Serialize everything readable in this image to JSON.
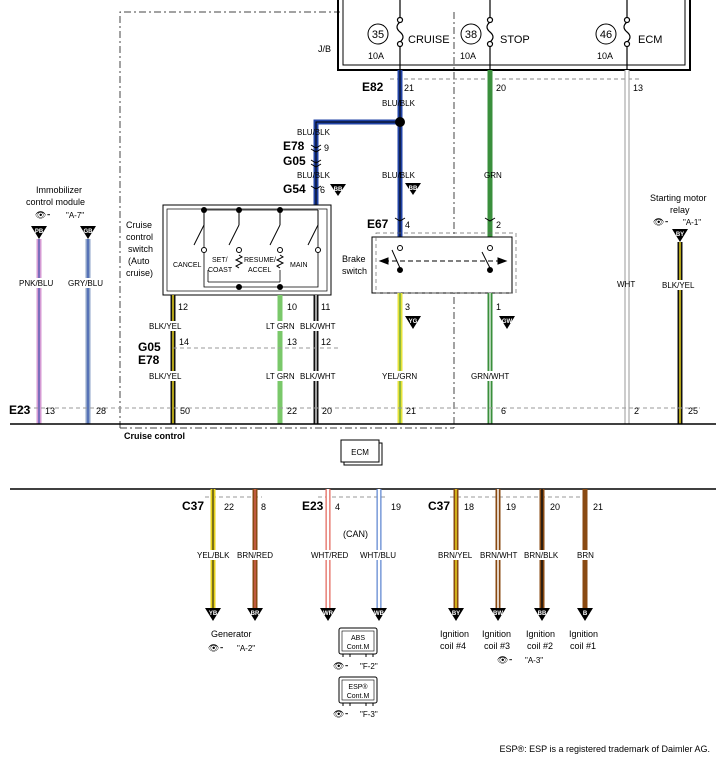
{
  "colors": {
    "blu_blk": "#2143a6",
    "grn": "#3a8f3c",
    "lt_grn": "#7ac86a",
    "yel": "#e7d21c",
    "pnk": "#d59ad3",
    "gry": "#8da3c8",
    "brn": "#8a4a12",
    "red_wire": "#e3665a",
    "wht": "#cccccc",
    "blk": "#111111"
  },
  "junction_block": {
    "label": "J/B",
    "fuses": [
      {
        "num": "35",
        "name": "CRUISE",
        "amps": "10A"
      },
      {
        "num": "38",
        "name": "STOP",
        "amps": "10A"
      },
      {
        "num": "46",
        "name": "ECM",
        "amps": "10A"
      }
    ]
  },
  "connectors": {
    "e82": "E82",
    "e78_top": "E78",
    "g05_top": "G05",
    "g54": "G54",
    "e67": "E67",
    "g05_bot": "G05",
    "e78_bot": "E78",
    "e23": "E23",
    "e23_can": "E23",
    "c37_a": "C37",
    "c37_b": "C37"
  },
  "pins": {
    "p21": "21",
    "p20": "20",
    "p13": "13",
    "p9": "9",
    "p6": "6",
    "p4": "4",
    "p2": "2",
    "p12": "12",
    "p10": "10",
    "p11": "11",
    "p3": "3",
    "p1": "1",
    "p14": "14",
    "p13b": "13",
    "p12b": "12",
    "e23_13": "13",
    "e23_28": "28",
    "e23_50": "50",
    "e23_22": "22",
    "e23_20": "20",
    "e23_21": "21",
    "e23_6": "6",
    "e23_2": "2",
    "e23_25": "25",
    "c37_22": "22",
    "c37_8": "8",
    "can_4": "4",
    "can_19": "19",
    "c37_18": "18",
    "c37_19": "19",
    "c37_20": "20",
    "c37_21": "21"
  },
  "wires": {
    "blu_blk_1": "BLU/BLK",
    "blu_blk_2": "BLU/BLK",
    "blu_blk_3": "BLU/BLK",
    "blu_blk_4": "BLU/BLK",
    "grn": "GRN",
    "wht": "WHT",
    "pnk_blu": "PNK/BLU",
    "gry_blu": "GRY/BLU",
    "blk_yel_r": "BLK/YEL",
    "blk_yel_1": "BLK/YEL",
    "lt_grn_1": "LT GRN",
    "blk_wht_1": "BLK/WHT",
    "blk_yel_2": "BLK/YEL",
    "lt_grn_2": "LT GRN",
    "blk_wht_2": "BLK/WHT",
    "yel_grn": "YEL/GRN",
    "grn_wht": "GRN/WHT",
    "yel_blk": "YEL/BLK",
    "brn_red": "BRN/RED",
    "wht_red": "WHT/RED",
    "wht_blu": "WHT/BLU",
    "brn_yel": "BRN/YEL",
    "brn_wht": "BRN/WHT",
    "brn_blk": "BRN/BLK",
    "brn": "BRN"
  },
  "badges": {
    "bb1": "BB",
    "bb2": "BB",
    "pb": "PB",
    "gb": "GB",
    "by": "BY",
    "yg": "YG",
    "gw": "GW",
    "yb": "YB",
    "br": "BR",
    "wr": "WR",
    "wb": "WB",
    "by2": "BY",
    "bw": "BW",
    "bb3": "BB",
    "b": "B"
  },
  "components": {
    "immobilizer": {
      "line1": "Immobilizer",
      "line2": "control module",
      "ref": "\"A-7\""
    },
    "starting_motor": {
      "line1": "Starting motor",
      "line2": "relay",
      "ref": "\"A-1\""
    },
    "cruise_switch": {
      "l1": "Cruise",
      "l2": "control",
      "l3": "switch",
      "l4": "(Auto",
      "l5": "cruise)",
      "cancel": "CANCEL",
      "set1": "SET/",
      "set2": "COAST",
      "res1": "RESUME/",
      "res2": "ACCEL",
      "main": "MAIN"
    },
    "brake_switch": {
      "l1": "Brake",
      "l2": "switch"
    },
    "cruise_control_area": "Cruise control",
    "ecm": "ECM",
    "can": "(CAN)",
    "abs": {
      "l1": "ABS",
      "l2": "Cont.M",
      "ref": "\"F-2\""
    },
    "esp": {
      "l1": "ESP®",
      "l2": "Cont.M",
      "ref": "\"F-3\""
    },
    "generator": {
      "name": "Generator",
      "ref": "\"A-2\""
    },
    "coil4": {
      "l1": "Ignition",
      "l2": "coil #4"
    },
    "coil3": {
      "l1": "Ignition",
      "l2": "coil #3"
    },
    "coil2": {
      "l1": "Ignition",
      "l2": "coil #2"
    },
    "coil1": {
      "l1": "Ignition",
      "l2": "coil #1"
    },
    "coils_ref": "\"A-3\""
  },
  "footnote": "ESP®: ESP is a registered trademark of Daimler AG."
}
